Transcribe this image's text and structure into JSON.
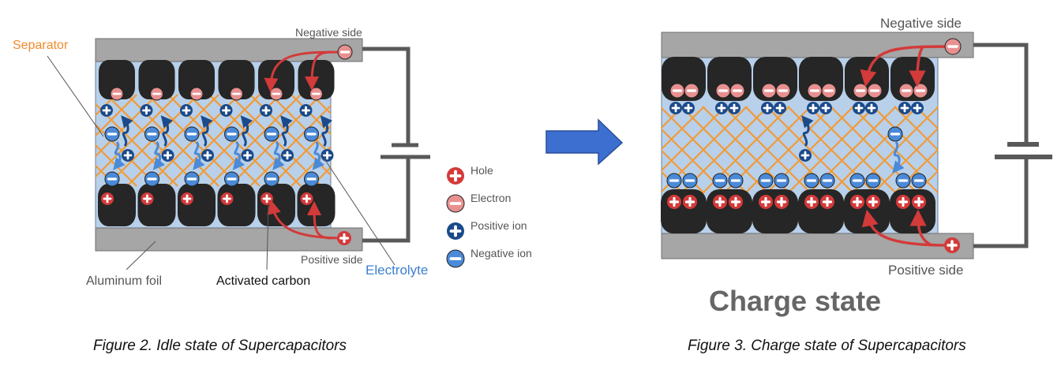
{
  "legend": {
    "items": [
      {
        "key": "hole",
        "sign": "+",
        "label": "Hole",
        "color": "#d33a3a"
      },
      {
        "key": "electron",
        "sign": "-",
        "label": "Electron",
        "color": "#e89090"
      },
      {
        "key": "positive_ion",
        "sign": "+",
        "label": "Positive ion",
        "color": "#1b4a8a"
      },
      {
        "key": "negative_ion",
        "sign": "-",
        "label": "Negative ion",
        "color": "#4a8ad8"
      }
    ]
  },
  "colors": {
    "foil": "#a6a6a6",
    "electrolyte": "#b8d0ea",
    "carbon": "#262626",
    "separator": "#f29a35",
    "wire": "#595959",
    "arrow_red": "#d33a3a",
    "flow_arrow": "#3d6fd0",
    "separator_label": "#f28a2a",
    "electrolyte_label": "#3d7fd0"
  },
  "figure2": {
    "negative_side_label": "Negative side",
    "positive_side_label": "Positive side",
    "separator_label": "Separator",
    "aluminum_foil_label": "Aluminum foil",
    "activated_carbon_label": "Activated carbon",
    "electrolyte_label": "Electrolyte",
    "carbon_particles_per_side": 6,
    "charges_per_particle": 1,
    "caption": "Figure 2. Idle state of Supercapacitors"
  },
  "transition_arrow": {
    "icon": "right-arrow-icon"
  },
  "figure3": {
    "negative_side_label": "Negative side",
    "positive_side_label": "Positive side",
    "state_title": "Charge state",
    "carbon_particles_per_side": 6,
    "charges_per_particle": 2,
    "caption": "Figure 3. Charge state of Supercapacitors"
  }
}
